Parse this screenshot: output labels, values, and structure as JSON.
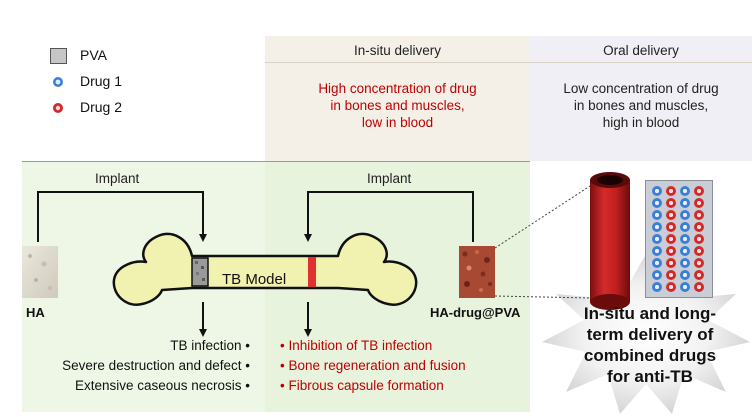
{
  "legend": {
    "items": [
      {
        "label": "PVA",
        "icon": "gray-square-icon",
        "color": "#c6c6c6"
      },
      {
        "label": "Drug 1",
        "icon": "blue-sphere-icon",
        "color": "#3d7fd6"
      },
      {
        "label": "Drug 2",
        "icon": "red-sphere-icon",
        "color": "#d22a2a"
      }
    ]
  },
  "headers": {
    "insitu": "In-situ delivery",
    "oral": "Oral delivery"
  },
  "descriptions": {
    "insitu": [
      "High concentration of drug",
      "in bones and muscles,",
      "low in blood"
    ],
    "oral": [
      "Low concentration of drug",
      "in bones and muscles,",
      "high in blood"
    ]
  },
  "implant": {
    "left": "Implant",
    "right": "Implant"
  },
  "bone": {
    "label": "TB Model",
    "color": "#f1f1b0"
  },
  "materials": {
    "ha": "HA",
    "ha_drug": "HA-drug@PVA"
  },
  "outcomes": {
    "left": [
      "TB infection •",
      "Severe destruction and defect •",
      "Extensive caseous necrosis •"
    ],
    "right": [
      "• Inhibition of TB infection",
      "• Bone regeneration and fusion",
      "• Fibrous capsule formation"
    ]
  },
  "summary": [
    "In-situ and long-",
    "term delivery of",
    "combined drugs",
    "for anti-TB"
  ],
  "colors": {
    "insitu_bg": "#f5f0e7",
    "oral_bg": "#efeff5",
    "green_bg": "#eef7e6",
    "red_text": "#c00000"
  }
}
